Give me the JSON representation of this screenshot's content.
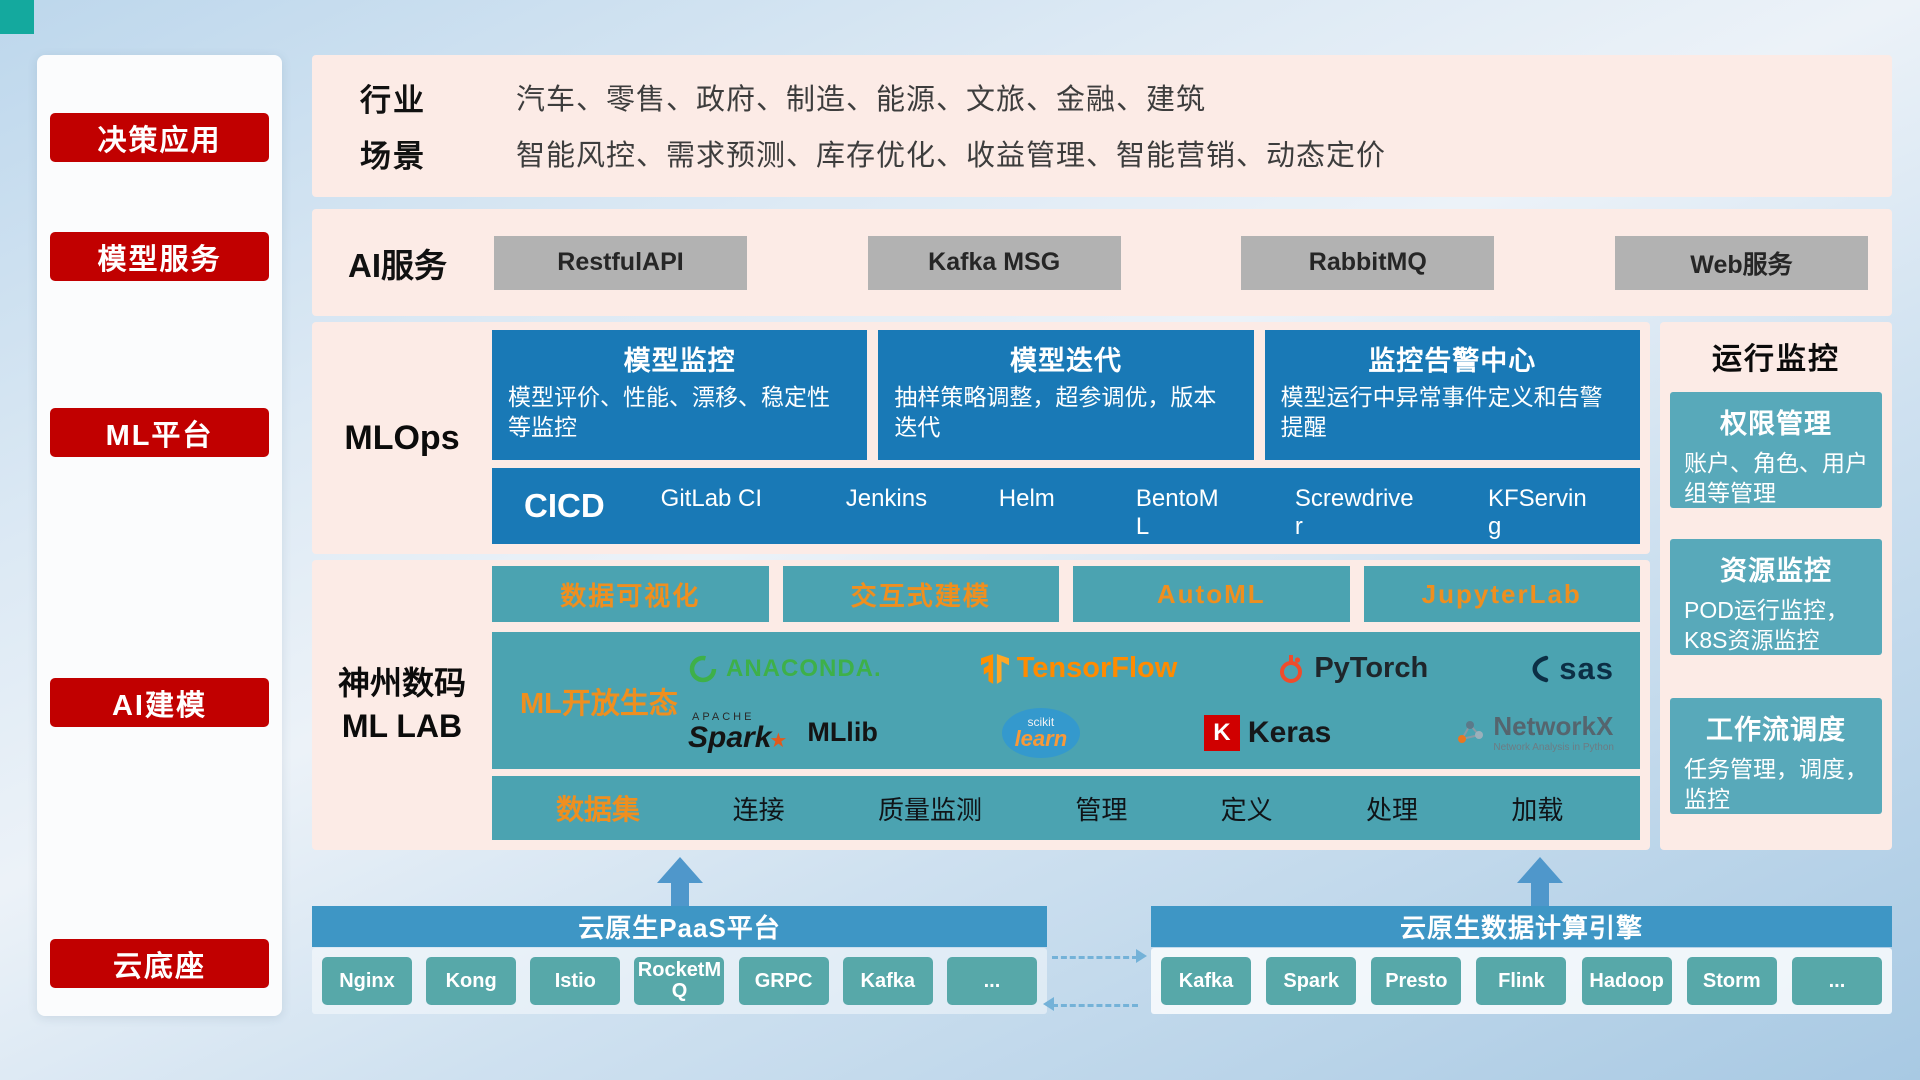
{
  "colors": {
    "badge_red": "#c10000",
    "panel_pink": "#fcebe6",
    "card_blue": "#1979b6",
    "teal": "#4ba3b1",
    "teal_light": "#58a9ba",
    "accent_orange": "#ef8f1f",
    "bar_blue": "#3e96c5",
    "chip_teal": "#57a8a9",
    "corner_teal": "#14a99e"
  },
  "sidebar": {
    "items": [
      {
        "label": "决策应用"
      },
      {
        "label": "模型服务"
      },
      {
        "label": "ML平台"
      },
      {
        "label": "AI建模"
      },
      {
        "label": "云底座"
      }
    ]
  },
  "industry_row": {
    "row1_label": "行业",
    "row1_value": "汽车、零售、政府、制造、能源、文旅、金融、建筑",
    "row2_label": "场景",
    "row2_value": "智能风控、需求预测、库存优化、收益管理、智能营销、动态定价"
  },
  "ai_service": {
    "label": "AI服务",
    "buttons": [
      "RestfulAPI",
      "Kafka MSG",
      "RabbitMQ",
      "Web服务"
    ]
  },
  "mlops": {
    "label": "MLOps",
    "cards": [
      {
        "title": "模型监控",
        "desc": "模型评价、性能、漂移、稳定性等监控"
      },
      {
        "title": "模型迭代",
        "desc": "抽样策略调整，超参调优，版本迭代"
      },
      {
        "title": "监控告警中心",
        "desc": "模型运行中异常事件定义和告警提醒"
      }
    ],
    "cicd": {
      "label": "CICD",
      "items": [
        "GitLab CI",
        "Jenkins",
        "Helm",
        "BentoML",
        "Screwdriver",
        "KFServing"
      ]
    }
  },
  "mllab": {
    "label_line1": "神州数码",
    "label_line2": "ML LAB",
    "tools": [
      "数据可视化",
      "交互式建模",
      "AutoML",
      "JupyterLab"
    ],
    "ecosystem": {
      "label": "ML开放生态",
      "logos": {
        "anaconda": {
          "text": "ANACONDA."
        },
        "tensorflow": {
          "text": "TensorFlow"
        },
        "pytorch": {
          "text": "PyTorch"
        },
        "sas": {
          "text": "sas"
        },
        "spark": {
          "apache": "APACHE",
          "text": "Spark",
          "star": "★",
          "suffix": "MLlib"
        },
        "sklearn": {
          "top": "scikit",
          "text": "learn"
        },
        "keras": {
          "letter": "K",
          "text": "Keras"
        },
        "networkx": {
          "text": "NetworkX",
          "subtitle": "Network Analysis in Python"
        }
      }
    },
    "dataset": {
      "label": "数据集",
      "items": [
        "连接",
        "质量监测",
        "管理",
        "定义",
        "处理",
        "加载"
      ]
    }
  },
  "monitoring": {
    "title": "运行监控",
    "cards": [
      {
        "title": "权限管理",
        "desc": "账户、角色、用户组等管理"
      },
      {
        "title": "资源监控",
        "desc": "POD运行监控，K8S资源监控"
      },
      {
        "title": "工作流调度",
        "desc": "任务管理，调度，监控"
      }
    ]
  },
  "cloud_base": {
    "paas": {
      "title": "云原生PaaS平台",
      "items": [
        "Nginx",
        "Kong",
        "Istio",
        "RocketMQ",
        "GRPC",
        "Kafka",
        "..."
      ]
    },
    "engine": {
      "title": "云原生数据计算引擎",
      "items": [
        "Kafka",
        "Spark",
        "Presto",
        "Flink",
        "Hadoop",
        "Storm",
        "..."
      ]
    }
  }
}
